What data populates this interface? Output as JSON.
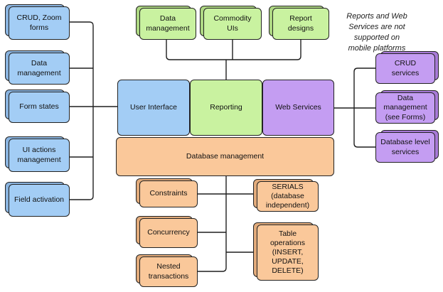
{
  "note": {
    "text": "Reports and Web\nServices are not\nsupported on\nmobile platforms"
  },
  "colors": {
    "blue": "#a3cdf5",
    "green": "#c9f2a0",
    "purple": "#c49df2",
    "orange": "#fac89a",
    "line": "#1f1f1f",
    "border": "#222222"
  },
  "left_column": {
    "items": [
      {
        "label": "CRUD, Zoom\nforms"
      },
      {
        "label": "Data\nmanagement"
      },
      {
        "label": "Form states"
      },
      {
        "label": "UI actions\nmanagement"
      },
      {
        "label": "Field activation"
      }
    ]
  },
  "top_row": {
    "items": [
      {
        "label": "Data\nmanagement"
      },
      {
        "label": "Commodity\nUIs"
      },
      {
        "label": "Report\ndesigns"
      }
    ]
  },
  "middle_row": {
    "items": [
      {
        "label": "User Interface"
      },
      {
        "label": "Reporting"
      },
      {
        "label": "Web Services"
      }
    ]
  },
  "database": {
    "label": "Database management"
  },
  "right_column": {
    "items": [
      {
        "label": "CRUD\nservices"
      },
      {
        "label": "Data\nmanagement\n(see Forms)"
      },
      {
        "label": "Database level\nservices"
      }
    ]
  },
  "bottom_left": {
    "items": [
      {
        "label": "Constraints"
      },
      {
        "label": "Concurrency"
      },
      {
        "label": "Nested\ntransactions"
      }
    ]
  },
  "bottom_right": {
    "items": [
      {
        "label": "SERIALS\n(database\nindependent)"
      },
      {
        "label": "Table\noperations\n(INSERT,\nUPDATE,\nDELETE)"
      }
    ]
  }
}
